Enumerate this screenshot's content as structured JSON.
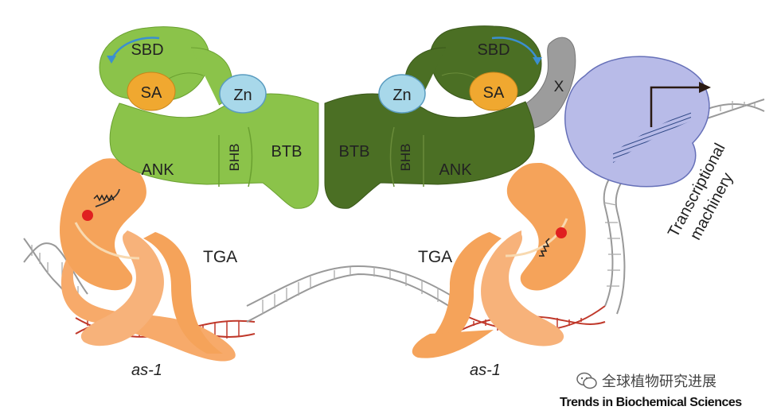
{
  "labels": {
    "sbd": "SBD",
    "sa": "SA",
    "zn": "Zn",
    "btb": "BTB",
    "bhb": "BHB",
    "ank": "ANK",
    "tga": "TGA",
    "as1": "as-1",
    "x": "X",
    "machinery_line1": "Transcriptional",
    "machinery_line2": "machinery"
  },
  "watermark": "全球植物研究进展",
  "credit": "Trends in Biochemical Sciences",
  "colors": {
    "light_green": "#8bc34a",
    "dark_green": "#4b6f24",
    "orange": "#f5a35a",
    "sa_yellow": "#f0a830",
    "zn_blue": "#a8d8ea",
    "grey_x": "#9c9c9c",
    "machinery_purple": "#b5b8e8",
    "dna_red": "#c0392b",
    "dna_grey": "#9a9a9a"
  }
}
